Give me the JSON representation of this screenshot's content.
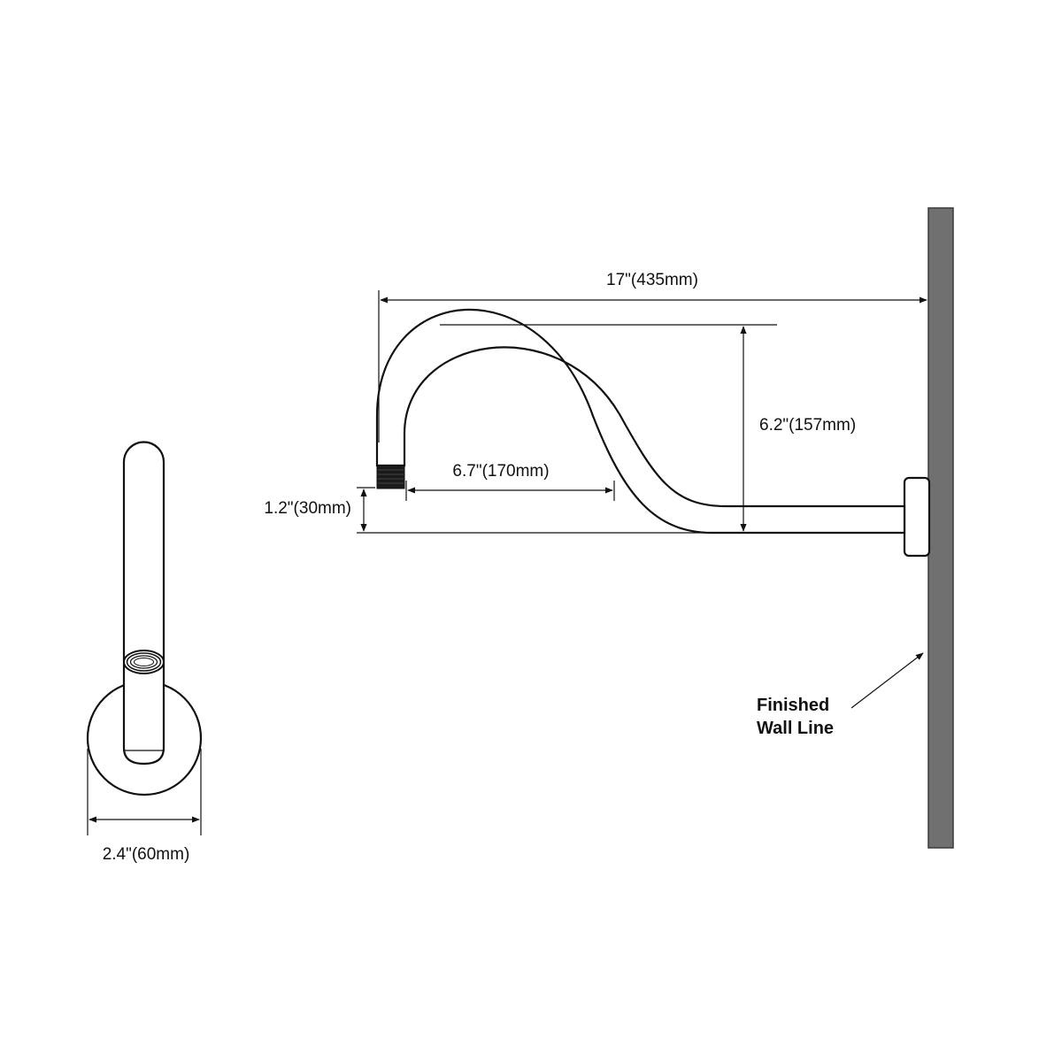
{
  "dimensions": {
    "overall_length": "17\"(435mm)",
    "rise": "6.2\"(157mm)",
    "reach": "6.7\"(170mm)",
    "drop": "1.2\"(30mm)",
    "flange_diameter": "2.4\"(60mm)"
  },
  "note": {
    "line1": "Finished",
    "line2": "Wall Line"
  },
  "colors": {
    "ink": "#111111",
    "wall": "#707070",
    "thread": "#1a1a1a"
  }
}
